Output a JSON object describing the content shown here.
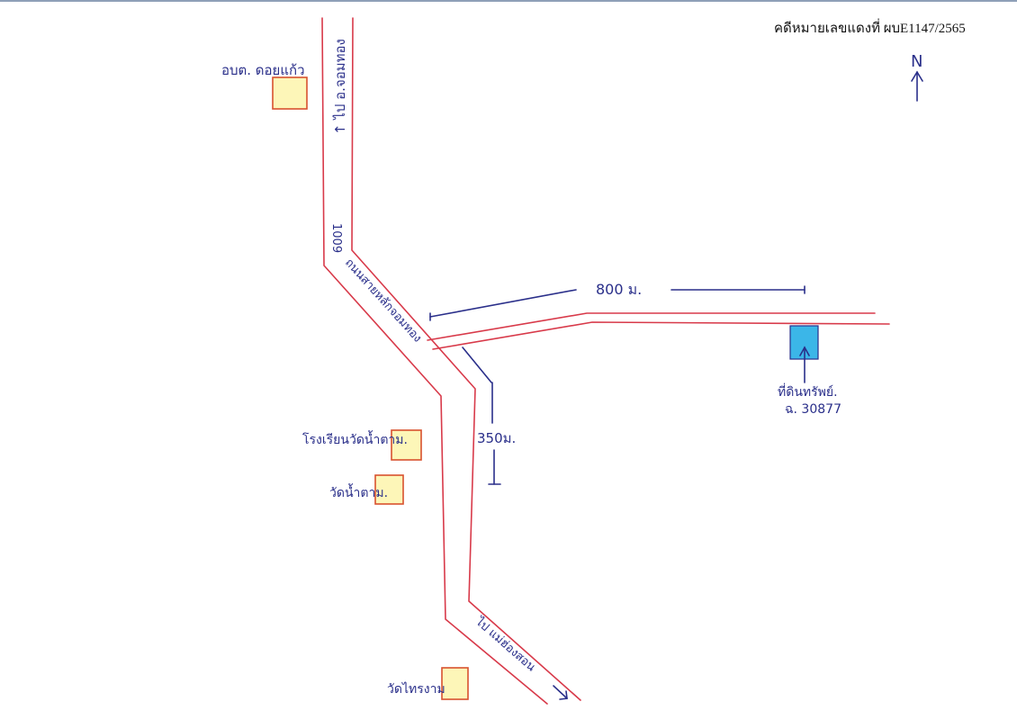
{
  "header": {
    "case_number": "คดีหมายเลขแดงที่ ผบE1147/2565"
  },
  "north_arrow": {
    "label": "N"
  },
  "roads": {
    "upper_road_label": "↑ ไป อ.จอมทอง",
    "road_number": "1009",
    "main_road_label": "ถนนสายหลักจอมทอง",
    "lower_road_label": "ไป แม่ฮ่องสอน"
  },
  "landmarks": {
    "district_office": "อบต. ดอยแก้ว",
    "school": "โรงเรียนวัดน้ำตาม.",
    "temple_namtam": "วัดน้ำตาม.",
    "temple_phrathat": "วัดไทรงาม"
  },
  "distances": {
    "east_road": "800 ม.",
    "south_road": "350ม."
  },
  "target": {
    "name": "ที่ดินทรัพย์.",
    "deed": "ฉ. 30877"
  },
  "colors": {
    "road": "#d83a4a",
    "ink": "#2a2f8a",
    "target_fill": "#3bb6e8",
    "building_fill": "#fdf6b8"
  }
}
